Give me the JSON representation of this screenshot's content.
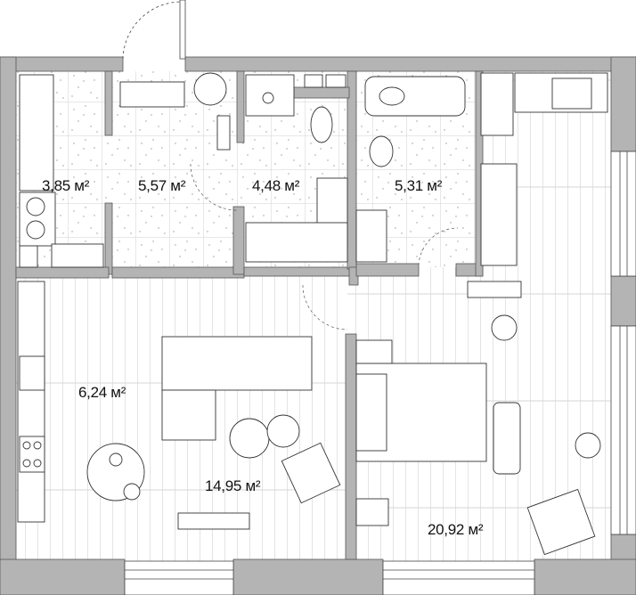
{
  "plan": {
    "wall_color": "#b4b4b4",
    "floor_line_color": "#c8c8c8",
    "rooms": [
      {
        "id": "wardrobe",
        "area": "3,85 м²"
      },
      {
        "id": "hallway",
        "area": "5,57 м²"
      },
      {
        "id": "bathroom-shower",
        "area": "4,48 м²"
      },
      {
        "id": "bathroom-tub",
        "area": "5,31 м²"
      },
      {
        "id": "kitchen",
        "area": "6,24 м²"
      },
      {
        "id": "living-room",
        "area": "14,95 м²"
      },
      {
        "id": "bedroom",
        "area": "20,92 м²"
      }
    ]
  }
}
